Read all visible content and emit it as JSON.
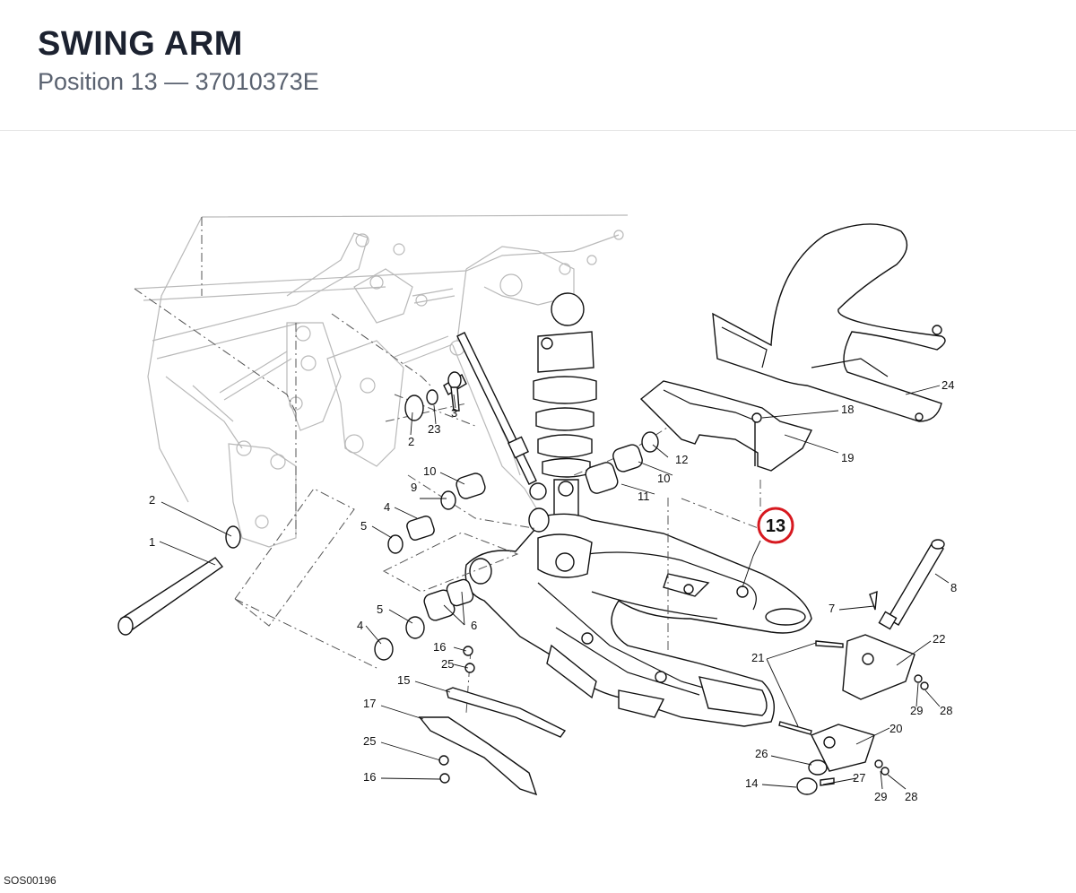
{
  "header": {
    "title": "SWING ARM",
    "position_label": "Position 13",
    "separator": "—",
    "part_number": "37010373E"
  },
  "diagram_code": "SOS00196",
  "highlighted_callout": "13",
  "colors": {
    "highlight_ring": "#d71920",
    "title": "#1c2230",
    "subtitle": "#5a6270"
  },
  "callouts": {
    "c1": "1",
    "c2a": "2",
    "c2b": "2",
    "c3": "3",
    "c4a": "4",
    "c4b": "4",
    "c5a": "5",
    "c5b": "5",
    "c6": "6",
    "c7": "7",
    "c8": "8",
    "c9": "9",
    "c10a": "10",
    "c10b": "10",
    "c11": "11",
    "c12": "12",
    "c14": "14",
    "c15": "15",
    "c16a": "16",
    "c16b": "16",
    "c17": "17",
    "c18": "18",
    "c19": "19",
    "c20": "20",
    "c21": "21",
    "c22": "22",
    "c23": "23",
    "c24": "24",
    "c25a": "25",
    "c25b": "25",
    "c26": "26",
    "c27": "27",
    "c28a": "28",
    "c28b": "28",
    "c29a": "29",
    "c29b": "29"
  }
}
